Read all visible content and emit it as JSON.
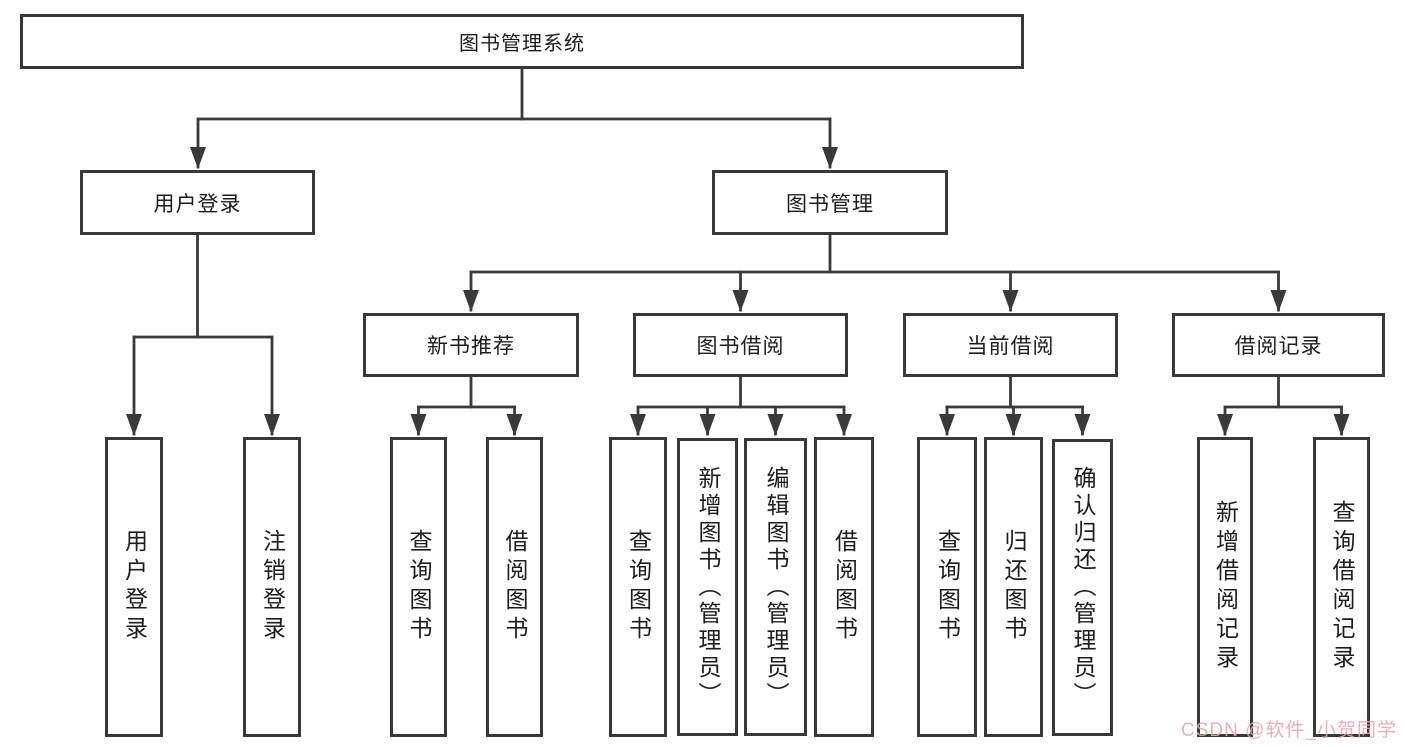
{
  "tree": {
    "root": "图书管理系统",
    "branches": [
      {
        "label": "用户登录",
        "children": [
          "用户登录",
          "注销登录"
        ]
      },
      {
        "label": "图书管理",
        "children": [
          {
            "label": "新书推荐",
            "children": [
              "查询图书",
              "借阅图书"
            ]
          },
          {
            "label": "图书借阅",
            "children": [
              "查询图书",
              "新增图书（管理员）",
              "编辑图书（管理员）",
              "借阅图书"
            ]
          },
          {
            "label": "当前借阅",
            "children": [
              "查询图书",
              "归还图书",
              "确认归还（管理员）"
            ]
          },
          {
            "label": "借阅记录",
            "children": [
              "新增借阅记录",
              "查询借阅记录"
            ]
          }
        ]
      }
    ]
  },
  "watermark": {
    "text": "CSDN @软件_小贺同学",
    "color": "#e8a9ae"
  },
  "colors": {
    "line": "#3a3a3a",
    "box_border": "#383838",
    "label_text": "#1d1d1d",
    "background": "#ffffff"
  }
}
